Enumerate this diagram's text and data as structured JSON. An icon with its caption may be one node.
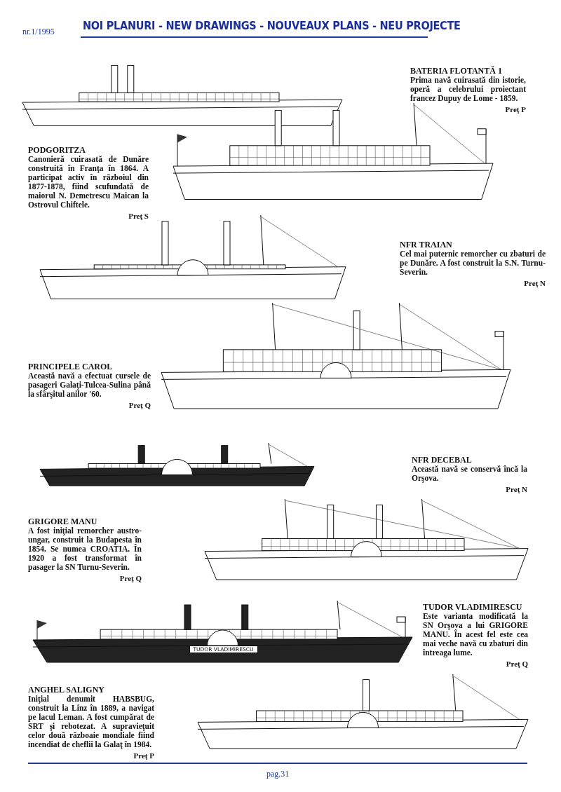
{
  "diagram": {
    "title": "NOI PLANURI - NEW DRAWINGS - NOUVEAUX PLANS - NEU PROJECTE",
    "labels": [
      "nr.1/1995",
      "BATERIA FLOTANTĂ 1",
      "Prima navă cuirasată din istorie, operă a celebrului proiectant francez Dupuy de Lome - 1859.",
      "Preţ P",
      "PODGORITZA",
      "Canonieră cuirasată de Dunăre construită în Franţa în 1864. A participat activ în războiul din 1877-1878, fiind scufundată de maiorul N. Demetrescu Maican la Ostrovul Chiftele.",
      "Preţ S",
      "NFR TRAIAN",
      "Cel mai puternic remorcher cu zbaturi de pe Dunăre. A fost construit la S.N. Turnu- Severin.",
      "Preţ N",
      "PRINCIPELE CAROL",
      "Această navă a efectuat cursele de pasageri Galaţi-Tulcea-Sulina până la sfârşitul anilor '60.",
      "Preţ Q",
      "NFR DECEBAL",
      "Această navă se conservă încă la Orşova.",
      "Preţ N",
      "GRIGORE MANU",
      "A fost iniţial remorcher austro-ungar, construit la Budapesta în 1854. Se numea CROATIA. În 1920 a fost transformat în pasager la SN Turnu-Severin.",
      "Preţ Q",
      "TUDOR VLADIMIRESCU",
      "TUDOR VLADIMIRESCU",
      "Este varianta modificată la SN Orşova a lui GRIGORE MANU. În acest fel este cea mai veche navă cu zbaturi din întreaga lume.",
      "Preţ Q",
      "ANGHEL SALIGNY",
      "Iniţial denumit HABSBUG, construit la Linz în 1889, a navigat pe lacul Leman. A fost cumpărat de SRT şi rebotezat. A supravieţuit celor două războaie mondiale fiind incendiat de cheflii la Galaţ în 1984.",
      "Preţ P",
      "pag.31"
    ]
  }
}
